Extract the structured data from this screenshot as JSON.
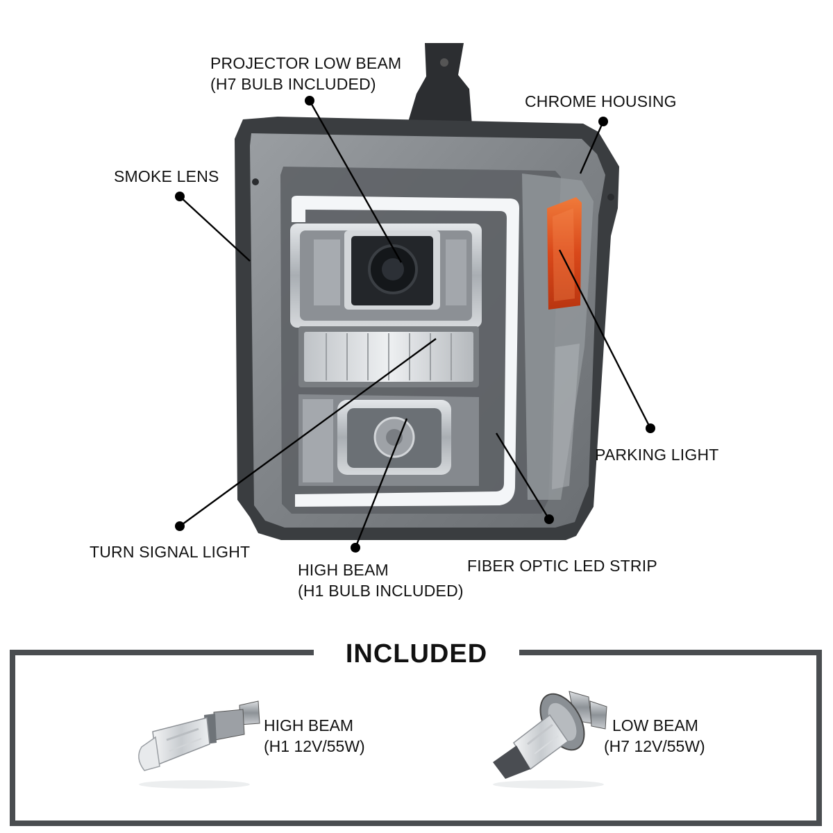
{
  "callouts": {
    "projector_low_beam": {
      "line1": "PROJECTOR LOW BEAM",
      "line2": "(H7 BULB INCLUDED)"
    },
    "chrome_housing": {
      "line1": "CHROME HOUSING"
    },
    "smoke_lens": {
      "line1": "SMOKE LENS"
    },
    "parking_light": {
      "line1": "PARKING LIGHT"
    },
    "turn_signal_light": {
      "line1": "TURN SIGNAL LIGHT"
    },
    "high_beam": {
      "line1": "HIGH BEAM",
      "line2": "(H1 BULB INCLUDED)"
    },
    "fiber_optic_led_strip": {
      "line1": "FIBER OPTIC LED STRIP"
    }
  },
  "included": {
    "title": "INCLUDED",
    "items": [
      {
        "line1": "HIGH BEAM",
        "line2": "(H1 12V/55W)",
        "icon": "h1-bulb-icon"
      },
      {
        "line1": "LOW BEAM",
        "line2": "(H7 12V/55W)",
        "icon": "h7-bulb-icon"
      }
    ]
  },
  "colors": {
    "housing_dark": "#3a3d40",
    "smoke_lens": "#8e9296",
    "chrome": "#c9cdd1",
    "amber": "#e0561c",
    "frame_gray": "#4a4d50"
  }
}
